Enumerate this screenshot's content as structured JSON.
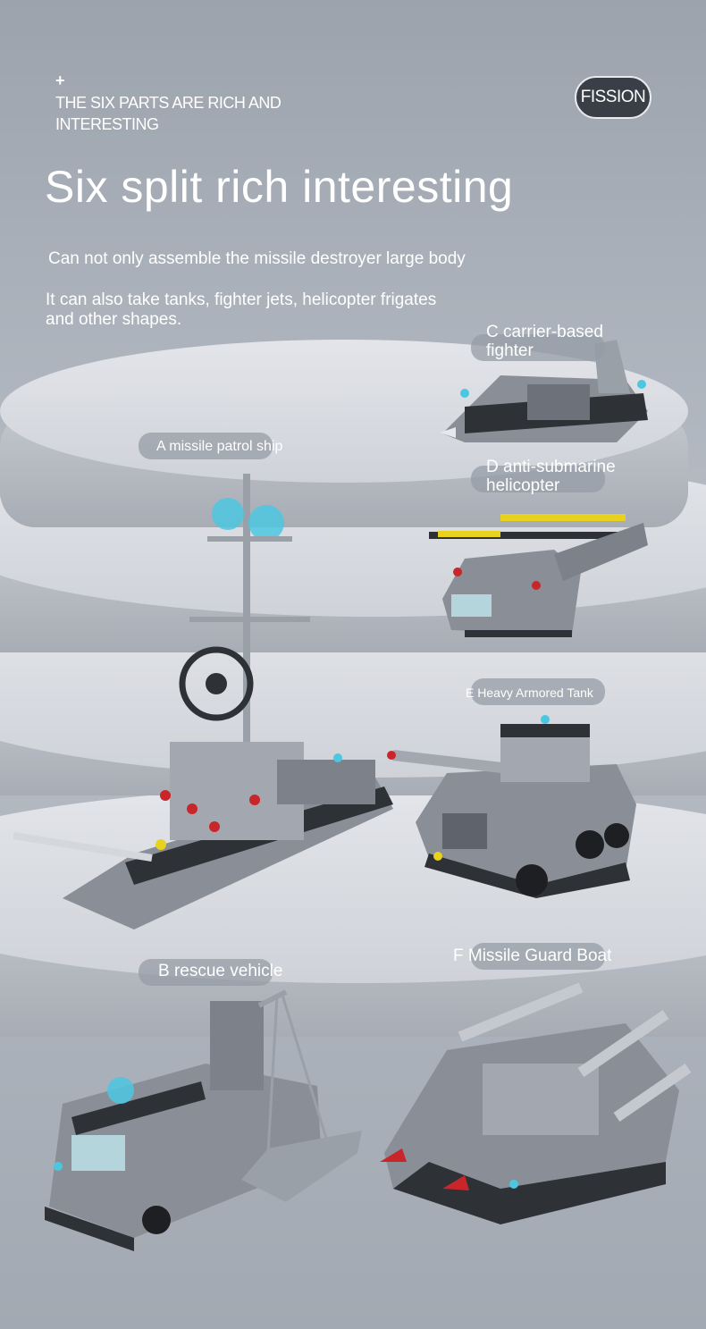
{
  "header": {
    "plus": "+",
    "tagline": "THE SIX PARTS ARE RICH AND INTERESTING",
    "badge": "FISSION"
  },
  "headline": "Six split rich interesting",
  "intro": {
    "line1": "Can not only assemble the missile destroyer large body",
    "line2": "It can also take tanks, fighter jets, helicopter frigates and other shapes."
  },
  "labels": {
    "a": "A missile patrol ship",
    "b": "B rescue vehicle",
    "c": "C carrier-based fighter",
    "d": "D anti-submarine helicopter",
    "e": "E Heavy Armored Tank",
    "f": "F Missile Guard Boat"
  },
  "colors": {
    "background": "#aab1ba",
    "pedestal": "#dfe1e6",
    "brick_gray": "#8a8f97",
    "brick_dark": "#2e3136",
    "accent_red": "#c8262a",
    "accent_cyan": "#4cc7e0",
    "accent_yellow": "#e8d21e"
  }
}
